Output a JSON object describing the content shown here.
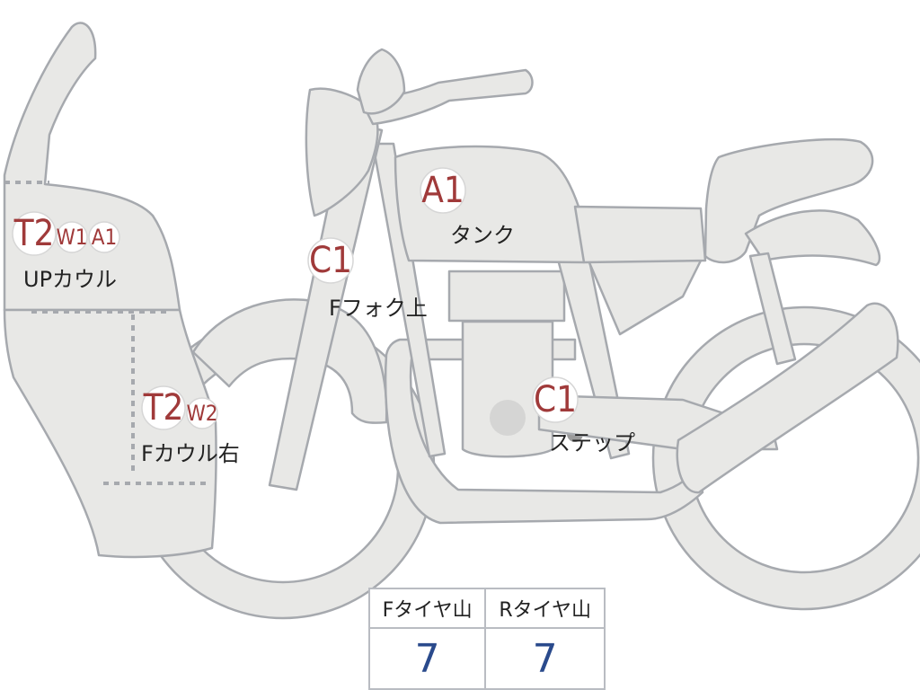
{
  "colors": {
    "part_fill": "#e8e8e6",
    "part_stroke": "#a6a9ae",
    "badge_text": "#a03a3a",
    "value_text": "#2a4a8c"
  },
  "badges": {
    "up_cowl": [
      "T2",
      "W1",
      "A1"
    ],
    "f_cowl_right": [
      "T2",
      "W2"
    ],
    "tank": "A1",
    "fork_upper": "C1",
    "step": "C1"
  },
  "labels": {
    "up_cowl": "UPカウル",
    "f_cowl_right": "Fカウル右",
    "tank": "タンク",
    "fork_upper": "Fフォク上",
    "step": "ステップ"
  },
  "tire_table": {
    "front_label": "Fタイヤ山",
    "rear_label": "Rタイヤ山",
    "front_value": "7",
    "rear_value": "7"
  }
}
